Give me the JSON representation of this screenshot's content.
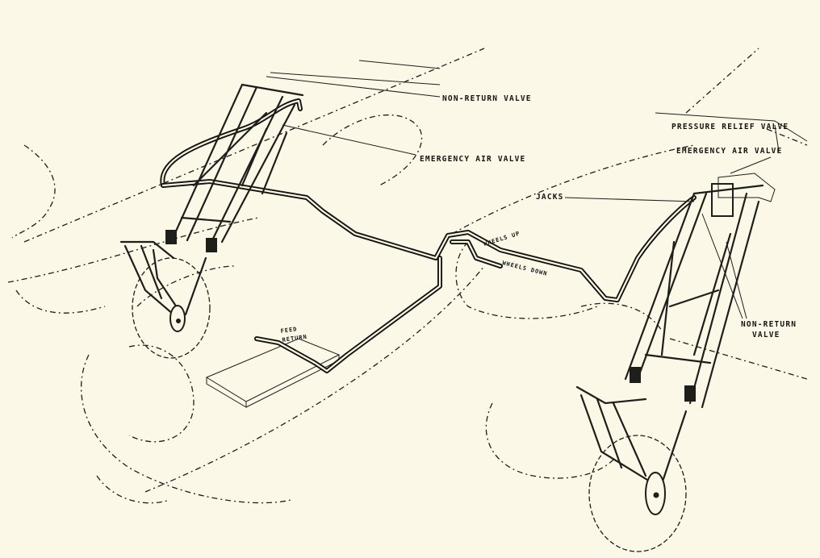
{
  "labels": {
    "non_return_valve_left": "NON-RETURN VALVE",
    "emergency_air_valve_left": "EMERGENCY AIR VALVE",
    "pressure_relief_valve": "PRESSURE RELIEF VALVE",
    "emergency_air_valve_right": "EMERGENCY AIR VALVE",
    "jacks": "JACKS",
    "non_return_valve_right_line1": "NON-RETURN",
    "non_return_valve_right_line2": "VALVE",
    "wheels_up": "WHEELS UP",
    "wheels_down": "WHEELS DOWN",
    "feed": "FEED",
    "return": "RETURN"
  }
}
